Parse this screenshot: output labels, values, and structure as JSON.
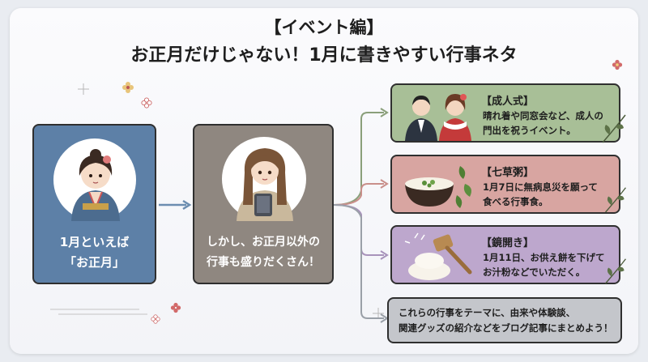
{
  "title": {
    "line1": "【イベント編】",
    "line2": "お正月だけじゃない！1月に書きやすい行事ネタ"
  },
  "left_box": {
    "line1": "1月といえば",
    "line2": "「お正月」",
    "icon": "girl-in-kimono-icon",
    "color": "#5d80a7"
  },
  "middle_box": {
    "line1": "しかし、お正月以外の",
    "line2": "行事も盛りだくさん！",
    "icon": "girl-with-tablet-icon",
    "color": "#8f8780"
  },
  "events": [
    {
      "title": "【成人式】",
      "line1": "晴れ着や同窓会など、成人の",
      "line2": "門出を祝うイベント。",
      "icon": "coming-of-age-couple-icon",
      "color": "#a8bf97"
    },
    {
      "title": "【七草粥】",
      "line1": "1月7日に無病息災を願って",
      "line2": "食べる行事食。",
      "icon": "rice-porridge-bowl-icon",
      "color": "#d8a5a1"
    },
    {
      "title": "【鏡開き】",
      "line1": "1月11日、お供え餅を下げて",
      "line2": "お汁粉などでいただく。",
      "icon": "mallet-and-mochi-icon",
      "color": "#bda7cd"
    }
  ],
  "note": {
    "line1": "これらの行事をテーマに、由来や体験談、",
    "line2": "関連グッズの紹介などをブログ記事にまとめよう！"
  }
}
